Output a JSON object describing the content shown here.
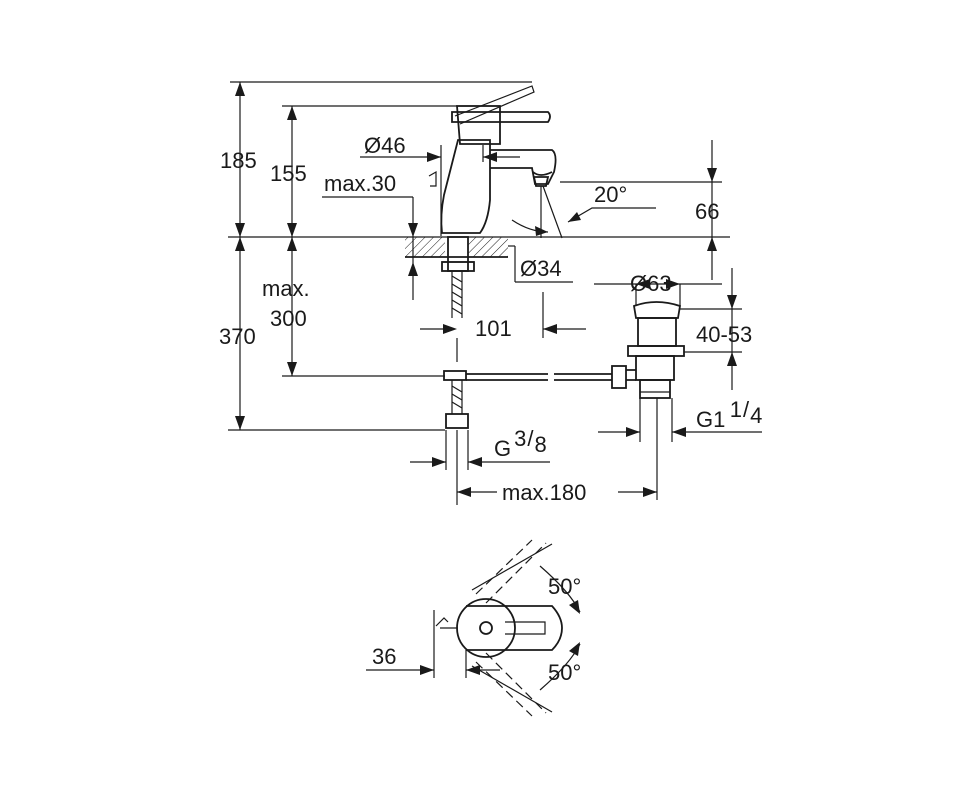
{
  "side_view": {
    "dimensions": {
      "height_total": "185",
      "height_spout": "155",
      "diameter_body": "Ø46",
      "max_thickness": "max.30",
      "spout_angle": "20°",
      "spout_clearance": "66",
      "diameter_base": "Ø34",
      "max_label": "max.",
      "max_value": "300",
      "hose_length": "370",
      "projection": "101",
      "diameter_waste": "Ø63",
      "waste_range": "40-53",
      "connection_label": "G",
      "connection_num": "3",
      "connection_den": "8",
      "waste_thread_label": "G1",
      "waste_thread_num": "1",
      "waste_thread_den": "4",
      "max_spacing": "max.180"
    }
  },
  "top_view": {
    "dimensions": {
      "angle_upper": "50°",
      "angle_lower": "50°",
      "lever_offset": "36"
    }
  }
}
